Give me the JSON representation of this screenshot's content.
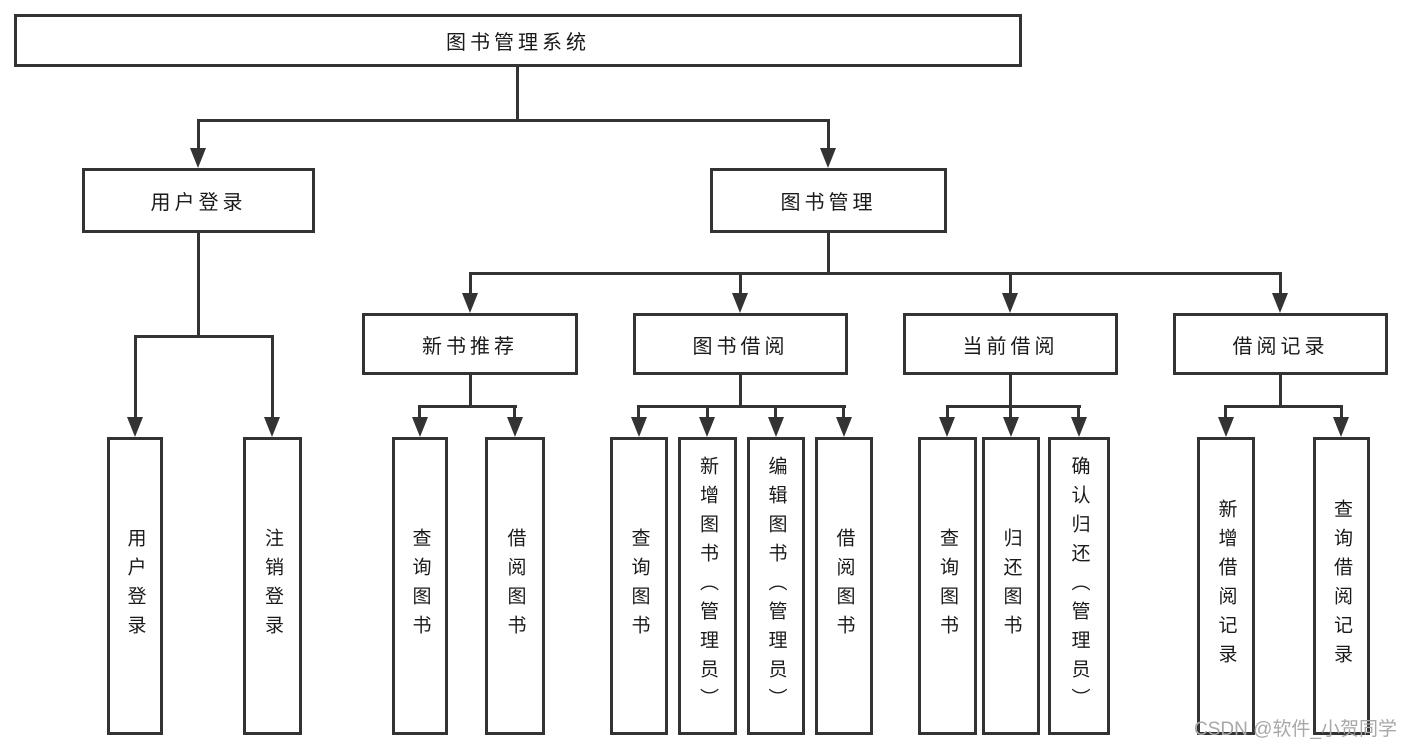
{
  "diagram_title": "图书管理系统",
  "tree": {
    "root": "图书管理系统",
    "children": [
      {
        "label": "用户登录",
        "children": [
          {
            "label": "用户登录"
          },
          {
            "label": "注销登录"
          }
        ]
      },
      {
        "label": "图书管理",
        "children": [
          {
            "label": "新书推荐",
            "children": [
              {
                "label": "查询图书"
              },
              {
                "label": "借阅图书"
              }
            ]
          },
          {
            "label": "图书借阅",
            "children": [
              {
                "label": "查询图书"
              },
              {
                "label": "新增图书（管理员）"
              },
              {
                "label": "编辑图书（管理员）"
              },
              {
                "label": "借阅图书"
              }
            ]
          },
          {
            "label": "当前借阅",
            "children": [
              {
                "label": "查询图书"
              },
              {
                "label": "归还图书"
              },
              {
                "label": "确认归还（管理员）"
              }
            ]
          },
          {
            "label": "借阅记录",
            "children": [
              {
                "label": "新增借阅记录"
              },
              {
                "label": "查询借阅记录"
              }
            ]
          }
        ]
      }
    ]
  },
  "watermark": "CSDN @软件_小贺同学",
  "colors": {
    "line": "#333333",
    "text": "#1a1a1a",
    "watermark": "#a8a8a8",
    "background": "#ffffff"
  }
}
